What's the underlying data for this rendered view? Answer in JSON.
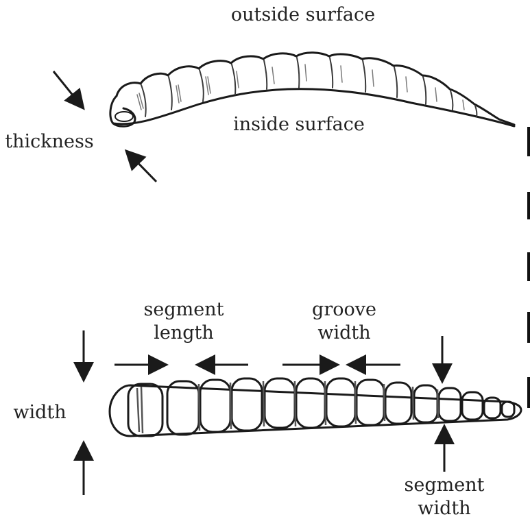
{
  "labels": {
    "outside_surface": "outside surface",
    "inside_surface": "inside surface",
    "thickness": "thickness",
    "segment_length_1": "segment",
    "segment_length_2": "length",
    "groove_width_1": "groove",
    "groove_width_2": "width",
    "width": "width",
    "segment_width_1": "segment",
    "segment_width_2": "width"
  },
  "colors": {
    "ink": "#1a1a1a",
    "shading": "#6a6a6a",
    "background": "#ffffff"
  }
}
